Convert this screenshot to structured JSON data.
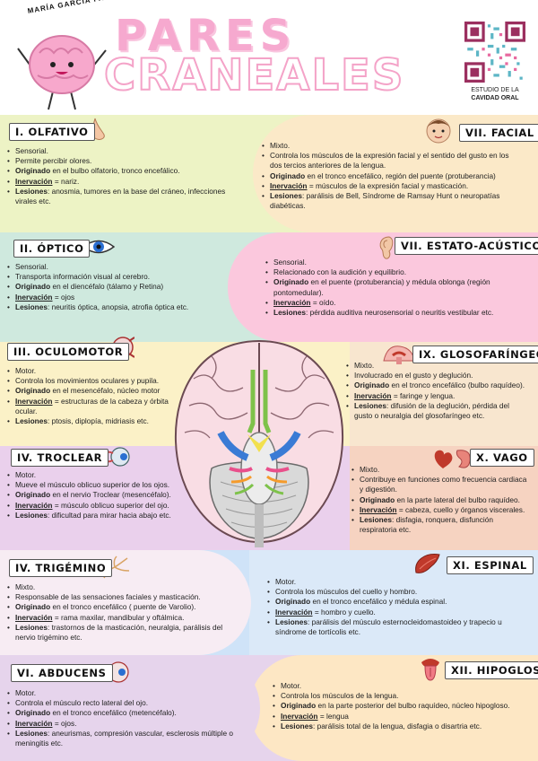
{
  "header": {
    "author": "MARÍA GARCÍA FARFÁN",
    "title_line1": "PARES",
    "title_line2": "CRANEALES",
    "qr_label_line1": "ESTUDIO DE LA",
    "qr_label_line2": "CAVIDAD ORAL"
  },
  "nerves": [
    {
      "title": "I. OLFATIVO",
      "icon": "nose-icon",
      "items": [
        {
          "text": "Sensorial."
        },
        {
          "text": "Permite percibir olores."
        },
        {
          "bold": "Originado",
          "text": " en el bulbo olfatorio, tronco encefálico."
        },
        {
          "underline": "Inervación",
          "text": " = nariz."
        },
        {
          "bold": "Lesiones",
          "text": ": anosmia, tumores en la base del cráneo, infecciones virales etc."
        }
      ]
    },
    {
      "title": "II. ÓPTICO",
      "icon": "eye-icon",
      "items": [
        {
          "text": "Sensorial."
        },
        {
          "text": "Transporta información visual al cerebro."
        },
        {
          "bold": "Originado",
          "text": " en el diencéfalo (tálamo y Retina)"
        },
        {
          "underline": "Inervación",
          "text": " = ojos"
        },
        {
          "bold": "Lesiones",
          "text": ": neuritis óptica, anopsia, atrofia óptica etc."
        }
      ]
    },
    {
      "title": "III. OCULOMOTOR",
      "icon": "eyeball-icon",
      "items": [
        {
          "text": "Motor."
        },
        {
          "text": "Controla los movimientos oculares y  pupila."
        },
        {
          "bold": "Originado",
          "text": " en el mesencéfalo, núcleo motor"
        },
        {
          "underline": "Inervación",
          "text": " = estructuras de la cabeza y órbita ocular."
        },
        {
          "bold": "Lesiones",
          "text": ": ptosis, diplopía, midriasis etc."
        }
      ]
    },
    {
      "title": "IV. TROCLEAR",
      "icon": "eye-muscle-icon",
      "items": [
        {
          "text": "Motor."
        },
        {
          "text": "Mueve el músculo oblicuo superior de los ojos."
        },
        {
          "bold": "Originado",
          "text": " en el nervio Troclear (mesencéfalo)."
        },
        {
          "underline": "Inervación",
          "text": " = músculo oblicuo superior del ojo."
        },
        {
          "bold": "Lesiones",
          "text": ": dificultad para mirar hacia abajo etc."
        }
      ]
    },
    {
      "title": "IV. TRIGÉMINO",
      "icon": "nerve-branch-icon",
      "items": [
        {
          "text": "Mixto."
        },
        {
          "text": "Responsable de las sensaciones faciales y masticación."
        },
        {
          "bold": "Originado",
          "text": " en el tronco encefálico ( puente de Varolio)."
        },
        {
          "underline": "Inervación",
          "text": " = rama maxilar, mandibular y oftálmica."
        },
        {
          "bold": "Lesiones",
          "text": ": trastornos de la masticación, neuralgia, parálisis del nervio trigémino etc."
        }
      ]
    },
    {
      "title": "VI. ABDUCENS",
      "icon": "eye-anatomy-icon",
      "items": [
        {
          "text": "Motor."
        },
        {
          "text": "Controla el músculo recto lateral del ojo."
        },
        {
          "bold": "Originado",
          "text": " en el tronco encefálico (metencéfalo)."
        },
        {
          "underline": "Inervación",
          "text": " = ojos."
        },
        {
          "bold": "Lesiones",
          "text": ": aneurismas, compresión vascular, esclerosis múltiple o meningitis etc."
        }
      ]
    },
    {
      "title": "VII. FACIAL",
      "icon": "face-icon",
      "items": [
        {
          "text": "Mixto."
        },
        {
          "text": "Controla los músculos de la expresión facial y el sentido del gusto en los dos tercios anteriores de la lengua."
        },
        {
          "bold": "Originado",
          "text": " en el tronco encefálico, región del puente (protuberancia)"
        },
        {
          "underline": "Inervación",
          "text": " = músculos de la expresión facial y masticación."
        },
        {
          "bold": "Lesiones",
          "text": ": parálisis de Bell, Síndrome de Ramsay Hunt o neuropatías diabéticas."
        }
      ]
    },
    {
      "title": "VII. ESTATO-ACÚSTICO",
      "icon": "ear-icon",
      "items": [
        {
          "text": "Sensorial."
        },
        {
          "text": "Relacionado con la audición y equilibrio."
        },
        {
          "bold": "Originado",
          "text": " en el puente (protuberancia) y médula oblonga (región pontomedular)."
        },
        {
          "underline": "Inervación",
          "text": " = oído."
        },
        {
          "bold": "Lesiones",
          "text": ": pérdida auditiva neurosensorial o neuritis vestibular etc."
        }
      ]
    },
    {
      "title": "IX. GLOSOFARÍNGEO",
      "icon": "throat-icon",
      "items": [
        {
          "text": "Mixto."
        },
        {
          "text": "Involucrado en el gusto y deglución."
        },
        {
          "bold": "Originado",
          "text": " en el tronco encefálico (bulbo raquídeo)."
        },
        {
          "underline": "Inervación",
          "text": " = faringe y lengua."
        },
        {
          "bold": "Lesiones",
          "text": ": difusión de la deglución, pérdida del gusto o neuralgia del glosofaríngeo etc."
        }
      ]
    },
    {
      "title": "X. VAGO",
      "icon": "heart-stomach-icon",
      "items": [
        {
          "text": "Mixto."
        },
        {
          "text": "Contribuye en funciones como frecuencia cardiaca y digestión."
        },
        {
          "bold": "Originado",
          "text": " en la parte lateral del bulbo raquídeo."
        },
        {
          "underline": "Inervación",
          "text": " = cabeza, cuello y órganos viscerales."
        },
        {
          "bold": "Lesiones",
          "text": ": disfagia, ronquera, disfunción respiratoria etc."
        }
      ]
    },
    {
      "title": "XI. ESPINAL",
      "icon": "muscle-icon",
      "items": [
        {
          "text": "Motor."
        },
        {
          "text": "Controla los músculos del cuello y hombro."
        },
        {
          "bold": "Originado",
          "text": " en el tronco encefálico y médula espinal."
        },
        {
          "underline": "Inervación",
          "text": " = hombro y cuello."
        },
        {
          "bold": "Lesiones",
          "text": ": parálisis del músculo esternocleidomastoideo y trapecio u síndrome de tortícolis etc."
        }
      ]
    },
    {
      "title": "XII. HIPOGLOSO",
      "icon": "tongue-icon",
      "items": [
        {
          "text": "Motor."
        },
        {
          "text": "Controla los músculos de la lengua."
        },
        {
          "bold": "Originado",
          "text": " en la parte posterior del bulbo raquídeo, núcleo hipogloso."
        },
        {
          "underline": "Inervación",
          "text": " = lengua"
        },
        {
          "bold": "Lesiones",
          "text": ": parálisis total de la lengua, disfagia o disartria etc."
        }
      ]
    }
  ]
}
